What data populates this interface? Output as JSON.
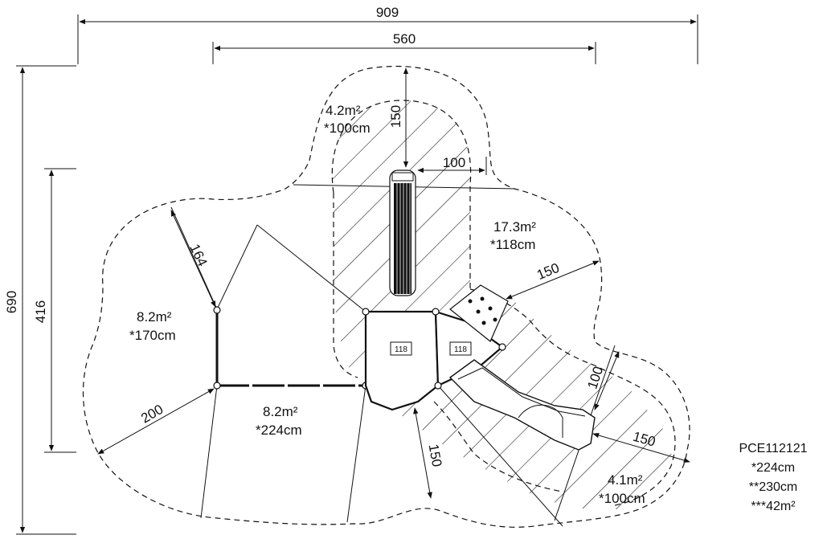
{
  "dimensions": {
    "overall_width": "909",
    "inner_width": "560",
    "overall_depth": "690",
    "inner_depth": "416",
    "tower_clearance": "150",
    "tower_offset": "100",
    "left_radius": "164",
    "left_lower_radius": "200",
    "slide_clearance": "150",
    "bottom_clearance": "150",
    "slide_exit": "100",
    "slide_exit_radius": "150"
  },
  "zones": {
    "top": {
      "area": "4.2m²",
      "height": "*100cm"
    },
    "right": {
      "area": "17.3m²",
      "height": "*118cm"
    },
    "left": {
      "area": "8.2m²",
      "height": "*170cm"
    },
    "bottom_left": {
      "area": "8.2m²",
      "height": "*224cm"
    },
    "slide_exit": {
      "area": "4.1m²",
      "height": "*100cm"
    }
  },
  "platform_tags": [
    "118",
    "118"
  ],
  "reference": {
    "code": "PCE112121",
    "line1": "*224cm",
    "line2": "**230cm",
    "line3": "***42m²"
  }
}
